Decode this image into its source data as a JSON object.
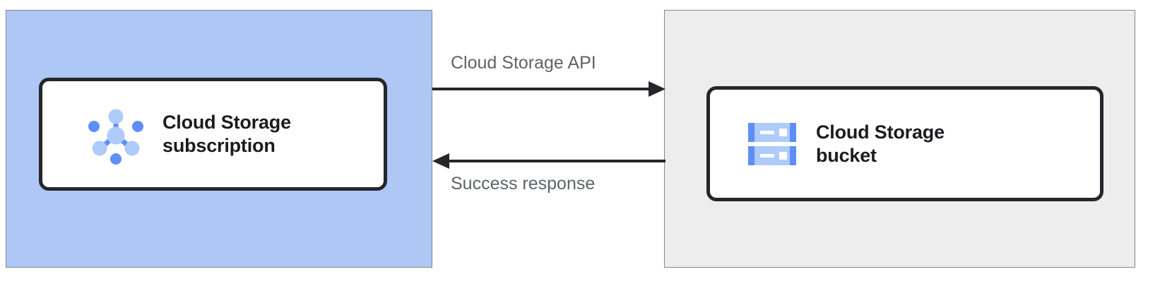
{
  "diagram": {
    "type": "architecture-flow",
    "title": "Cloud Storage subscription to Cloud Storage bucket flow",
    "zones": [
      {
        "id": "left",
        "name": "pubsub-zone",
        "fill": "#aec7f5",
        "border": "#868686"
      },
      {
        "id": "right",
        "name": "storage-zone",
        "fill": "#ededed",
        "border": "#868686"
      }
    ],
    "nodes": [
      {
        "id": "subscription",
        "label": "Cloud Storage\nsubscription",
        "icon": "pubsub-subscription-icon",
        "icon_colors": {
          "light": "#aecbfa",
          "dark": "#5e8ef7"
        },
        "card_fill": "#ffffff",
        "card_border": "#25262b"
      },
      {
        "id": "bucket",
        "label": "Cloud Storage\nbucket",
        "icon": "cloud-storage-bucket-icon",
        "icon_colors": {
          "light": "#aecbfa",
          "dark": "#5e8ef7"
        },
        "card_fill": "#ffffff",
        "card_border": "#25262b"
      }
    ],
    "edges": [
      {
        "id": "request",
        "label": "Cloud Storage API",
        "from": "subscription",
        "to": "bucket",
        "direction": "right",
        "color": "#25262b",
        "label_color": "#5f6368"
      },
      {
        "id": "response",
        "label": "Success response",
        "from": "bucket",
        "to": "subscription",
        "direction": "left",
        "color": "#25262b",
        "label_color": "#5f6368"
      }
    ]
  }
}
